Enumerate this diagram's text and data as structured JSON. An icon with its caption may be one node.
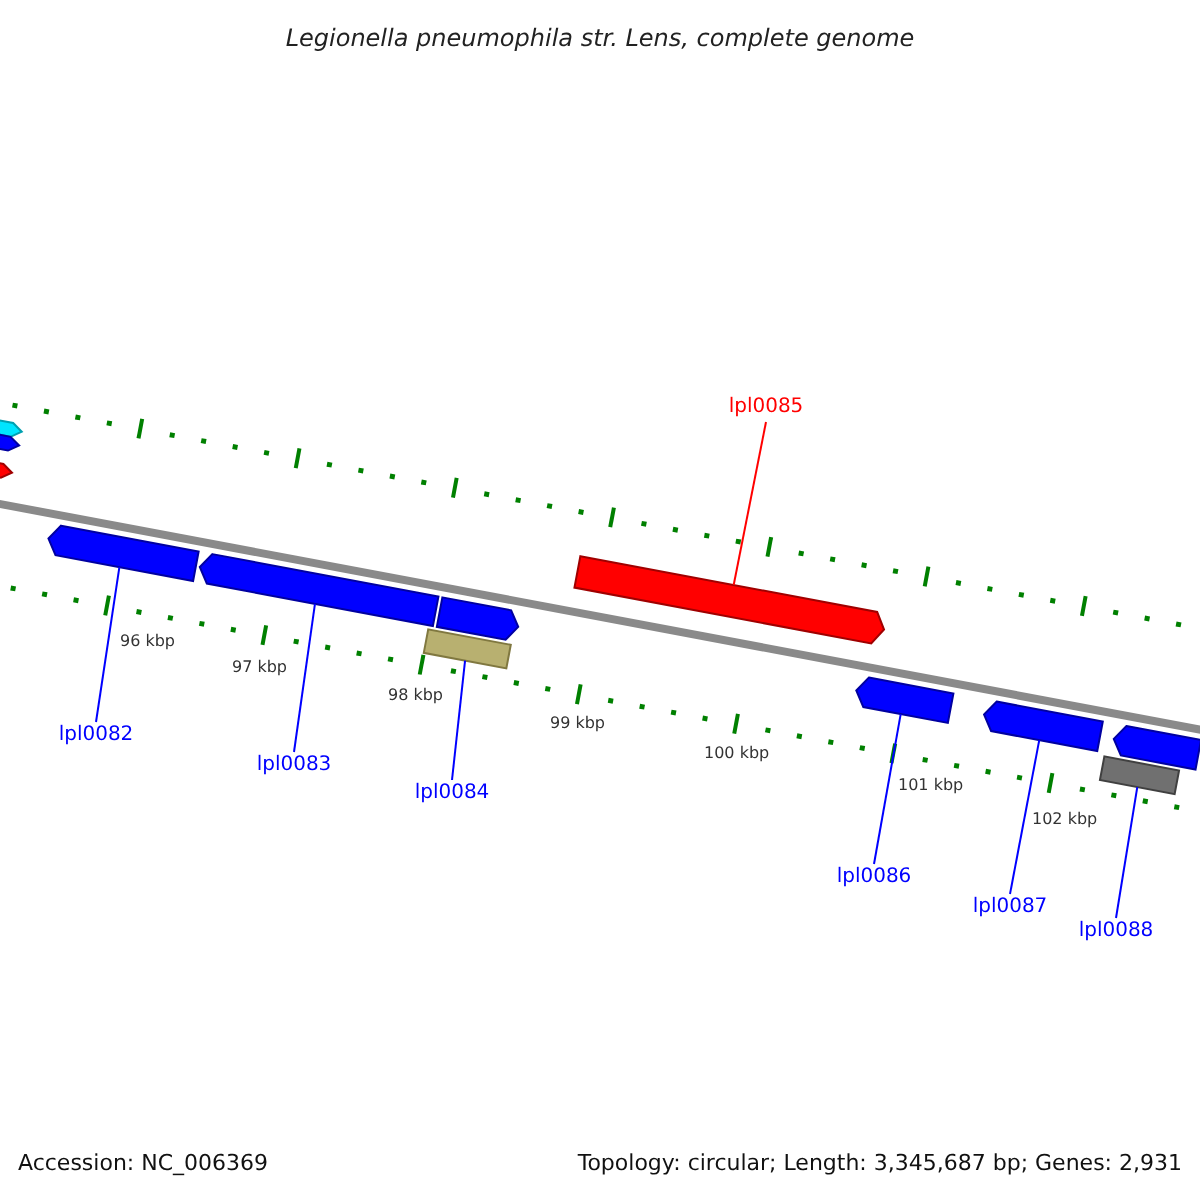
{
  "diagram": {
    "title": "Legionella pneumophila str. Lens, complete genome",
    "nodes": [
      {
        "text": [],
        "shape": "bar"
      },
      {
        "text": [],
        "shape": "bar"
      },
      {
        "text": [],
        "shape": "bar"
      },
      {
        "text": [],
        "shape": "bar"
      },
      {
        "text": [],
        "shape": "bar"
      },
      {
        "text": [],
        "shape": "bar"
      },
      {
        "text": [],
        "shape": "box"
      },
      {
        "text": [],
        "shape": "bar"
      },
      {
        "text": [],
        "shape": "bar"
      },
      {
        "text": [],
        "shape": "bar"
      },
      {
        "text": [],
        "shape": "bar"
      },
      {
        "text": [],
        "shape": "box"
      },
      {
        "text": [
          "lpl0085"
        ]
      },
      {
        "text": [
          "lpl0082"
        ]
      },
      {
        "text": [
          "lpl0083"
        ]
      },
      {
        "text": [
          "lpl0084"
        ]
      },
      {
        "text": [
          "lpl0086"
        ]
      },
      {
        "text": [
          "lpl0087"
        ]
      },
      {
        "text": [
          "lpl0088"
        ]
      }
    ],
    "edges": [
      {
        "from": 12,
        "to": 7,
        "arrow": "none",
        "color": "#ff0000"
      },
      {
        "from": 13,
        "to": 3,
        "arrow": "none"
      },
      {
        "from": 14,
        "to": 4,
        "arrow": "none"
      },
      {
        "from": 15,
        "to": 6,
        "arrow": "none"
      },
      {
        "from": 16,
        "to": 8,
        "arrow": "none"
      },
      {
        "from": 17,
        "to": 9,
        "arrow": "none"
      },
      {
        "from": 18,
        "to": 11,
        "arrow": "none"
      }
    ],
    "labels": [
      "96 kbp",
      "97 kbp",
      "98 kbp",
      "99 kbp",
      "100 kbp",
      "101 kbp",
      "102 kbp",
      "Accession: NC_006369",
      "Topology: circular; Length: 3,345,687 bp; Genes: 2,931"
    ]
  }
}
